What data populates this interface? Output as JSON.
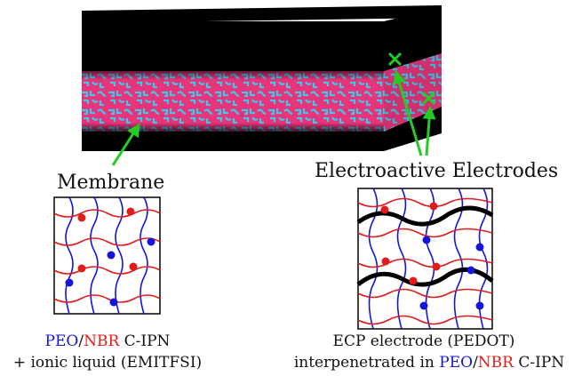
{
  "labels": {
    "membrane": "Membrane",
    "electrodes": "Electroactive Electrodes"
  },
  "captions": {
    "left": {
      "peo": "PEO",
      "sep": "/",
      "nbr": "NBR",
      "rest1": " C-IPN",
      "line2": "+ ionic liquid (EMITFSI)"
    },
    "right": {
      "line1": "ECP electrode (PEDOT)",
      "line2_pre": "interpenetrated in ",
      "peo": "PEO",
      "sep": "/",
      "nbr": "NBR",
      "rest": " C-IPN"
    }
  },
  "colors": {
    "peo": "#1515d8",
    "nbr": "#e11b1b",
    "pedot": "#000000",
    "arrow": "#22cc22",
    "membrane_pink": "#e8347a",
    "membrane_cyan": "#3fc8ea"
  }
}
